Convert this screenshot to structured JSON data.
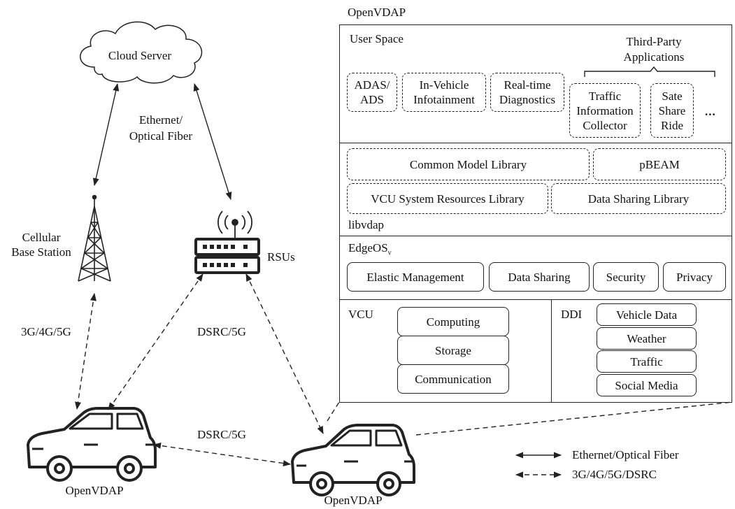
{
  "left": {
    "cloud": "Cloud Server",
    "ethernet_label_1": "Ethernet/",
    "ethernet_label_2": "Optical Fiber",
    "cell_label_1": "Cellular",
    "cell_label_2": "Base Station",
    "rsus": "RSUs",
    "link_3g": "3G/4G/5G",
    "link_dsrc_upper": "DSRC/5G",
    "link_dsrc_lower": "DSRC/5G",
    "car_left_label": "OpenVDAP",
    "car_right_label": "OpenVDAP"
  },
  "right": {
    "title": "OpenVDAP",
    "user_space": {
      "label": "User Space",
      "third_party_1": "Third-Party",
      "third_party_2": "Applications",
      "apps": [
        {
          "l1": "ADAS/",
          "l2": "ADS"
        },
        {
          "l1": "In-Vehicle",
          "l2": "Infotainment"
        },
        {
          "l1": "Real-time",
          "l2": "Diagnostics"
        }
      ],
      "third_apps": [
        {
          "l1": "Traffic",
          "l2": "Information",
          "l3": "Collector"
        },
        {
          "l1": "Sate",
          "l2": "Share",
          "l3": "Ride"
        }
      ],
      "ellipsis": "..."
    },
    "libvdap": {
      "label": "libvdap",
      "common_model": "Common Model Library",
      "pbeam": "pBEAM",
      "vcu_resources": "VCU System Resources Library",
      "data_sharing": "Data Sharing Library"
    },
    "edgeos": {
      "label": "EdgeOS",
      "sub": "v",
      "items": [
        "Elastic Management",
        "Data Sharing",
        "Security",
        "Privacy"
      ]
    },
    "vcu": {
      "label": "VCU",
      "items": [
        "Computing",
        "Storage",
        "Communication"
      ]
    },
    "ddi": {
      "label": "DDI",
      "items": [
        "Vehicle Data",
        "Weather",
        "Traffic",
        "Social Media"
      ]
    }
  },
  "legend": {
    "solid": "Ethernet/Optical Fiber",
    "dashed": "3G/4G/5G/DSRC"
  },
  "colors": {
    "line": "#222222",
    "background": "#ffffff"
  }
}
